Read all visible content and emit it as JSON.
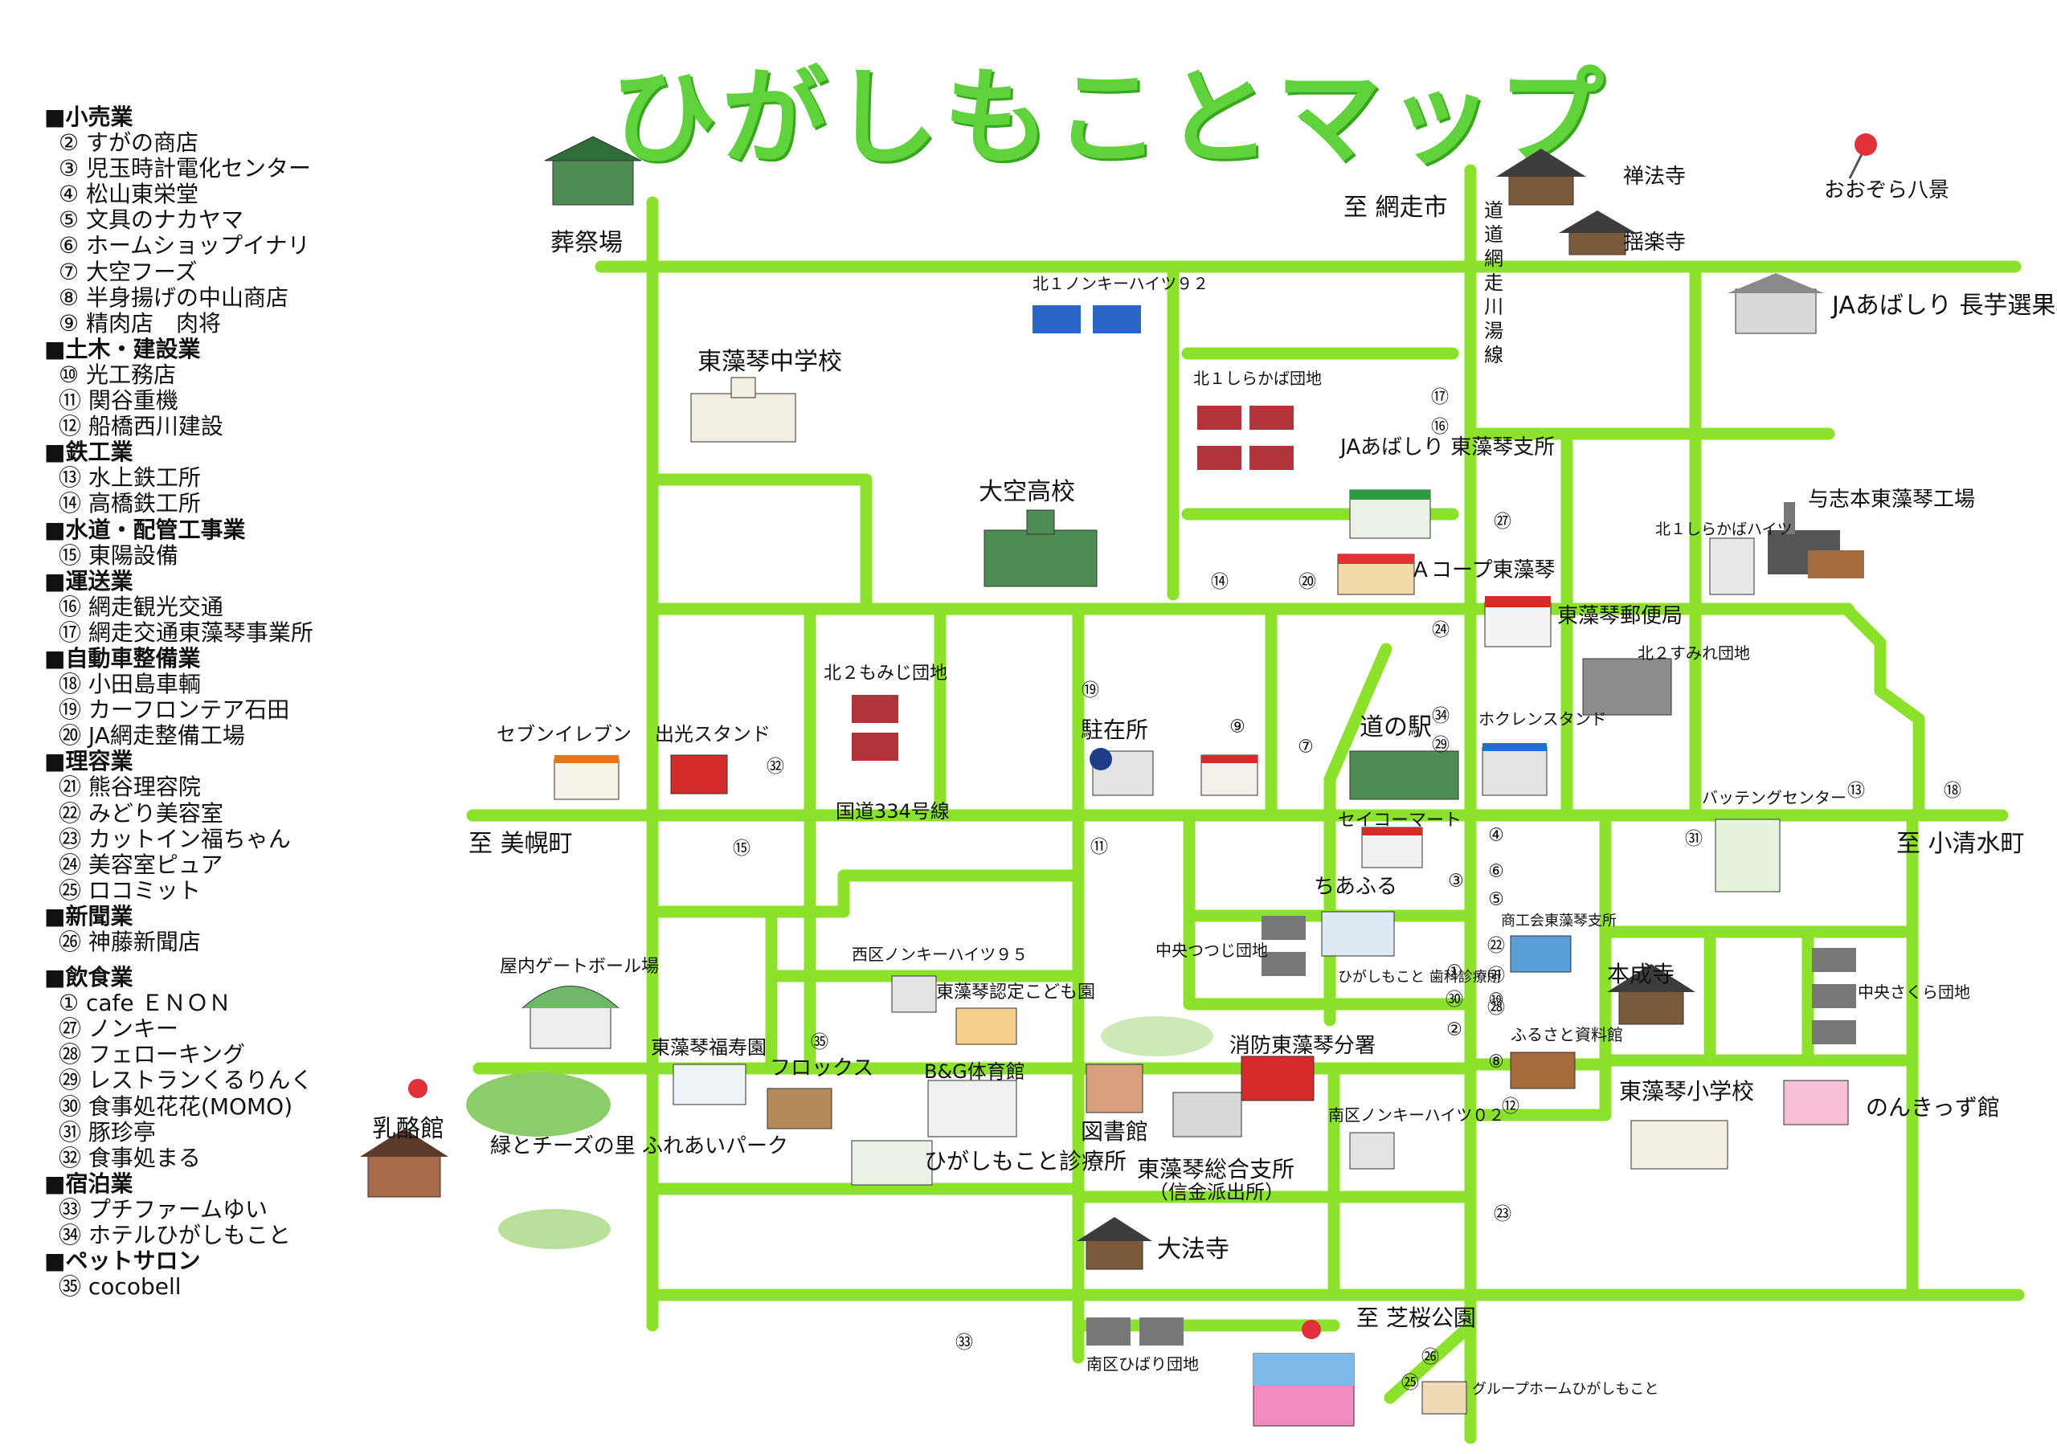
{
  "title": "ひがしもことマップ",
  "legend": [
    {
      "category": "■小売業",
      "items": [
        "② すがの商店",
        "③ 児玉時計電化センター",
        "④ 松山東栄堂",
        "⑤ 文具のナカヤマ",
        "⑥ ホームショップイナリ",
        "⑦ 大空フーズ",
        "⑧ 半身揚げの中山商店",
        "⑨ 精肉店　肉将"
      ]
    },
    {
      "category": "■土木・建設業",
      "items": [
        "⑩ 光工務店",
        "⑪ 関谷重機",
        "⑫ 船橋西川建設"
      ]
    },
    {
      "category": "■鉄工業",
      "items": [
        "⑬ 水上鉄工所",
        "⑭ 高橋鉄工所"
      ]
    },
    {
      "category": "■水道・配管工事業",
      "items": [
        "⑮ 東陽設備"
      ]
    },
    {
      "category": "■運送業",
      "items": [
        "⑯ 網走観光交通",
        "⑰ 網走交通東藻琴事業所"
      ]
    },
    {
      "category": "■自動車整備業",
      "items": [
        "⑱ 小田島車輌",
        "⑲ カーフロンテア石田",
        "⑳ JA網走整備工場"
      ]
    },
    {
      "category": "■理容業",
      "items": [
        "㉑ 熊谷理容院",
        "㉒ みどり美容室",
        "㉓ カットイン福ちゃん",
        "㉔ 美容室ピュア",
        "㉕ ロコミット"
      ]
    },
    {
      "category": "■新聞業",
      "items": [
        "㉖ 神藤新聞店"
      ]
    },
    {
      "category": "■飲食業",
      "items": [
        "① cafe ＥＮＯＮ",
        "㉗ ノンキー",
        "㉘ フェローキング",
        "㉙ レストランくるりんく",
        "㉚ 食事処花花(MOMO)",
        "㉛ 豚珍亭",
        "㉜ 食事処まる"
      ]
    },
    {
      "category": "■宿泊業",
      "items": [
        "㉝ プチファームゆい",
        "㉞ ホテルひがしもこと"
      ]
    },
    {
      "category": "■ペットサロン",
      "items": [
        "㉟ cocobell"
      ]
    }
  ],
  "places": {
    "funeral_hall": "葬祭場",
    "to_abashiri": "至 網走市",
    "route_line": "道道網走川湯線",
    "zenpoji": "禅法寺",
    "yorakuji": "揺楽寺",
    "ozora_hakkei": "おおぞら八景",
    "ja_yam": "JAあばしり 長芋選果場",
    "kita1_nonki": "北１ノンキーハイツ９２",
    "junior_high": "東藻琴中学校",
    "kita1_shirakaba": "北１しらかば団地",
    "ja_branch": "JAあばしり 東藻琴支所",
    "ozora_high": "大空高校",
    "acoop": "Ａコープ東藻琴",
    "yoshimoto_factory": "与志本東藻琴工場",
    "kita1_shirakaba_heights": "北１しらかばハイツ",
    "post_office": "東藻琴郵便局",
    "kita2_sumire": "北２すみれ団地",
    "kita2_momiji": "北２もみじ団地",
    "seven": "セブンイレブン",
    "idemitsu": "出光スタンド",
    "police": "駐在所",
    "michinoeki": "道の駅",
    "hokuren": "ホクレンスタンド",
    "route334": "国道334号線",
    "to_bihoro": "至 美幌町",
    "batting": "バッテングセンター",
    "to_koshimizu": "至 小清水町",
    "seicomart": "セイコーマート",
    "chiafuru": "ちあふる",
    "chuo_tsutsuji": "中央つつじ団地",
    "shoko_kai": "商工会東藻琴支所",
    "honjoji": "本成寺",
    "chuo_sakura": "中央さくら団地",
    "gateball": "屋内ゲートボール場",
    "nishi_nonki": "西区ノンキーハイツ９５",
    "nintei_kodomoen": "東藻琴認定こども園",
    "dental": "ひがしもこと 歯科診療所",
    "furusato": "ふるさと資料館",
    "fukujuen": "東藻琴福寿園",
    "flox": "フロックス",
    "bg_gym": "B&G体育館",
    "fire": "消防東藻琴分署",
    "elementary": "東藻琴小学校",
    "nonkizukan": "のんきっず館",
    "cheese_hall": "乳酪館",
    "park": "緑とチーズの里 ふれあいパーク",
    "clinic": "ひがしもこと診療所",
    "library": "図書館",
    "minami_nonki": "南区ノンキーハイツ０２",
    "general_branch": "東藻琴総合支所",
    "shinkin": "（信金派出所）",
    "daihoji": "大法寺",
    "to_shibazakura": "至 芝桜公園",
    "minami_hibari": "南区ひばり団地",
    "group_home": "グループホームひがしもこと"
  },
  "marker_numbers": [
    "①",
    "②",
    "③",
    "④",
    "⑤",
    "⑥",
    "⑦",
    "⑧",
    "⑨",
    "⑩",
    "⑪",
    "⑫",
    "⑬",
    "⑭",
    "⑮",
    "⑯",
    "⑰",
    "⑱",
    "⑲",
    "⑳",
    "㉑",
    "㉒",
    "㉓",
    "㉔",
    "㉕",
    "㉖",
    "㉗",
    "㉘",
    "㉙",
    "㉚",
    "㉛",
    "㉜",
    "㉝",
    "㉞",
    "㉟"
  ],
  "colors": {
    "road": "#8ce22a",
    "title": "#5fd23c",
    "pin": "#e0303a"
  }
}
